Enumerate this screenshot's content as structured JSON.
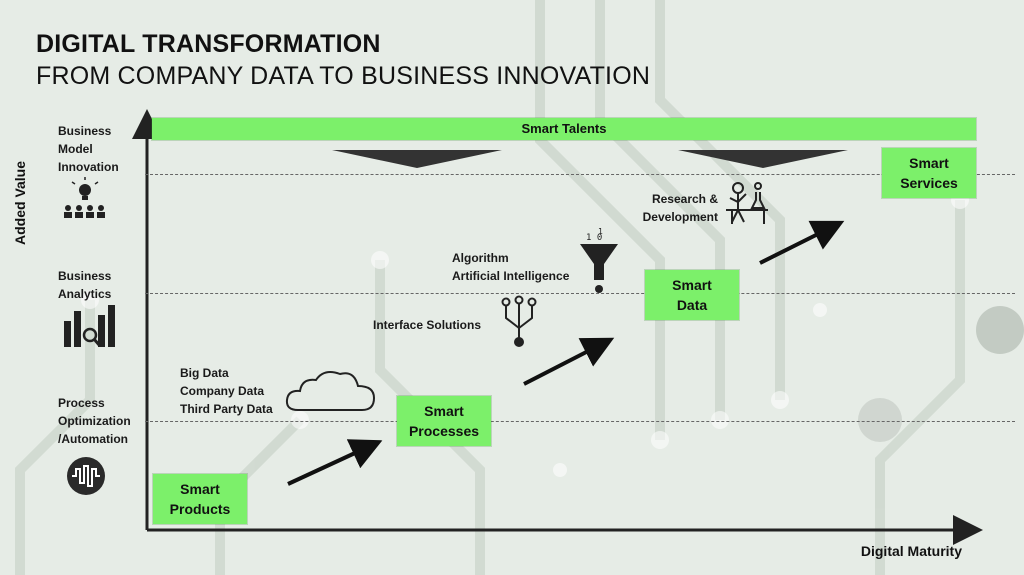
{
  "header": {
    "title": "DIGITAL TRANSFORMATION",
    "subtitle": "FROM COMPANY DATA TO BUSINESS INNOVATION"
  },
  "axes": {
    "y_label": "Added Value",
    "x_label": "Digital Maturity"
  },
  "levels": {
    "top": [
      "Business",
      "Model",
      "Innovation"
    ],
    "middle": [
      "Business",
      "Analytics"
    ],
    "bottom": [
      "Process",
      "Optimization",
      "/Automation"
    ]
  },
  "banner": {
    "label": "Smart Talents"
  },
  "stages": {
    "products": [
      "Smart",
      "Products"
    ],
    "processes": [
      "Smart",
      "Processes"
    ],
    "data": [
      "Smart",
      "Data"
    ],
    "services": [
      "Smart",
      "Services"
    ]
  },
  "annotations": {
    "big_data": [
      "Big Data",
      "Company Data",
      "Third Party Data"
    ],
    "interface": "Interface Solutions",
    "algorithm": [
      "Algorithm",
      "Artificial Intelligence"
    ],
    "research": [
      "Research &",
      "Development"
    ]
  },
  "colors": {
    "accent_green": "#7cf06a",
    "text": "#111111",
    "background": "#e4ebe4"
  }
}
